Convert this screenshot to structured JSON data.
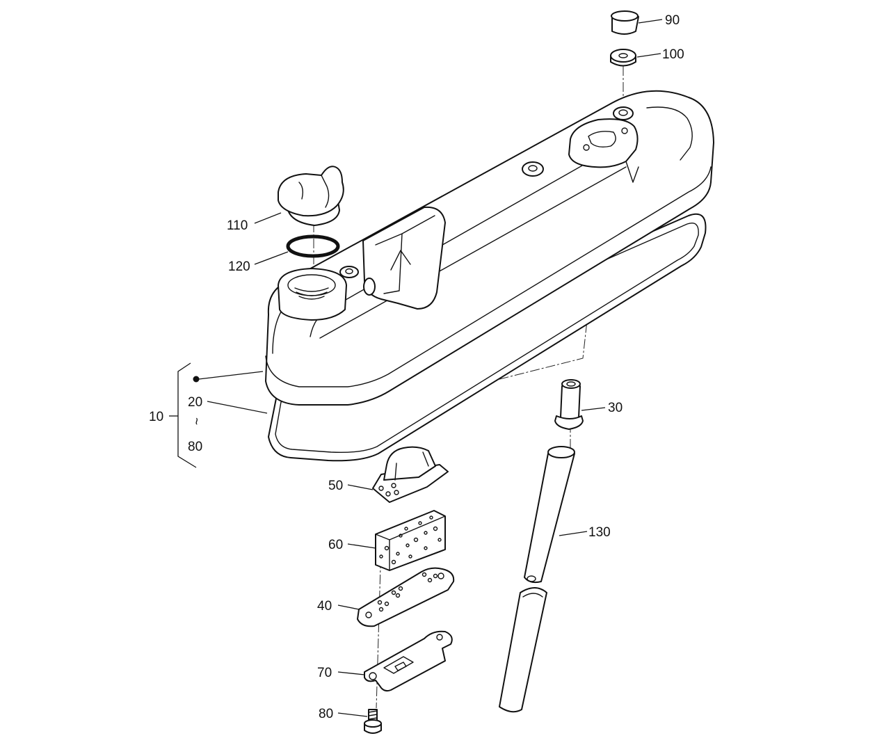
{
  "callouts": {
    "c90": "90",
    "c100": "100",
    "c110": "110",
    "c120": "120",
    "c10": "10",
    "c20": "20",
    "c80_range": "80",
    "c30": "30",
    "c50": "50",
    "c60": "60",
    "c130": "130",
    "c40": "40",
    "c70": "70",
    "c80": "80"
  },
  "range_symbol": "~",
  "colors": {
    "line": "#111111",
    "background": "#ffffff"
  }
}
